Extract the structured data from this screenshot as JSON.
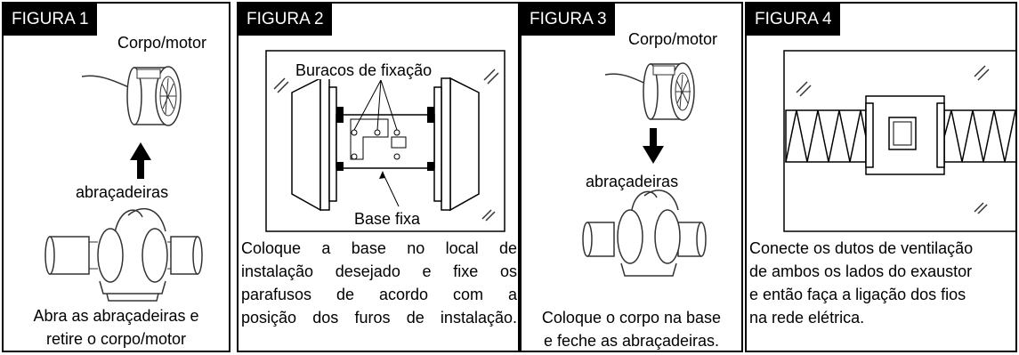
{
  "panels": [
    {
      "tag": "FIGURA 1",
      "label_motor": "Corpo/motor",
      "label_clamps": "abraçadeiras",
      "caption": [
        "Abra as abraçadeiras e",
        "retire o corpo/motor"
      ]
    },
    {
      "tag": "FIGURA 2",
      "label_holes": "Buracos de fixação",
      "label_base": "Base fixa",
      "caption": [
        "Coloque a base no local de",
        "instalação desejado e fixe os",
        "parafusos de acordo com a",
        "posição dos furos de instalação."
      ]
    },
    {
      "tag": "FIGURA 3",
      "label_motor": "Corpo/motor",
      "label_clamps": "abraçadeiras",
      "caption": [
        "Coloque o corpo na base",
        "e feche as abraçadeiras."
      ]
    },
    {
      "tag": "FIGURA 4",
      "caption": [
        "Conecte os dutos de ventilação",
        "de ambos os lados do exaustor",
        "e então faça a ligação dos fios",
        "na rede elétrica."
      ]
    }
  ]
}
